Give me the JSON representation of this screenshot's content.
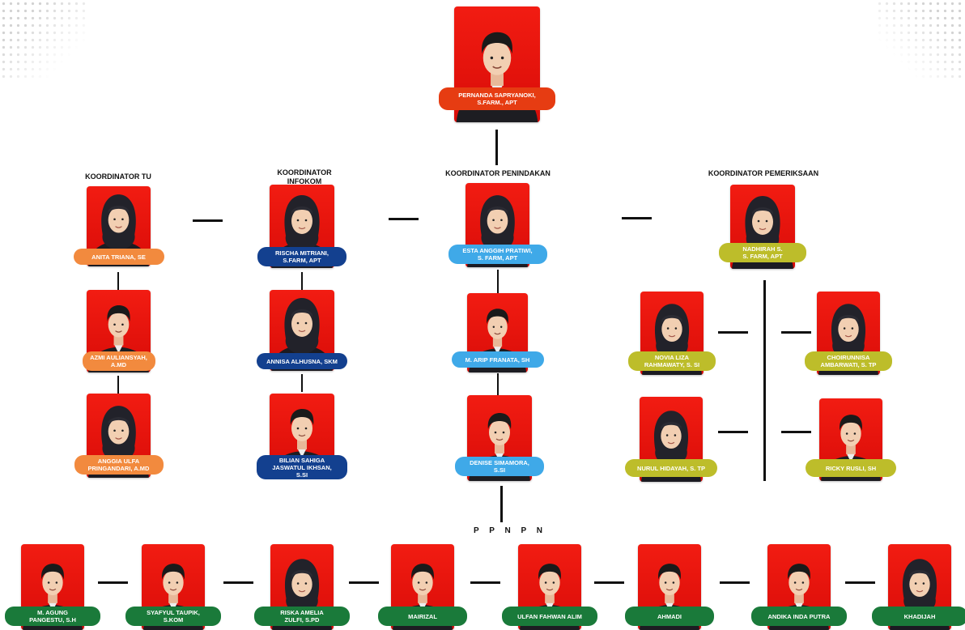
{
  "colors": {
    "head": "#e63c12",
    "tu": "#f28a3e",
    "infokom": "#13408f",
    "penindakan": "#3fa9e8",
    "pemeriksaan": "#bdbd2a",
    "ppnpn": "#1a7a3a",
    "photo_bg": "#e8120e"
  },
  "head": {
    "name": "PERNANDA SAPRYANOKI,\nS.FARM., APT"
  },
  "sections": {
    "tu": {
      "title": "KOORDINATOR TU"
    },
    "infokom": {
      "title": "KOORDINATOR\nINFOKOM"
    },
    "penindakan": {
      "title": "KOORDINATOR PENINDAKAN"
    },
    "pemeriksaan": {
      "title": "KOORDINATOR PEMERIKSAAN"
    }
  },
  "tu_members": [
    {
      "name": "ANITA TRIANA, SE",
      "hijab": true
    },
    {
      "name": "AZMI AULIANSYAH,\nA.MD",
      "hijab": false
    },
    {
      "name": "ANGGIA ULFA\nPRINGANDARI, A.MD",
      "hijab": true
    }
  ],
  "infokom_members": [
    {
      "name": "RISCHA MITRIANI,\nS.FARM, APT",
      "hijab": true
    },
    {
      "name": "ANNISA ALHUSNA, SKM",
      "hijab": true
    },
    {
      "name": "BILIAN SAHIGA\nJASWATUL IKHSAN,\nS.SI",
      "hijab": false
    }
  ],
  "penindakan_members": [
    {
      "name": "ESTA ANGGIH PRATIWI,\nS. FARM, APT",
      "hijab": true
    },
    {
      "name": "M. ARIP FRANATA, SH",
      "hijab": false
    },
    {
      "name": "DENISE SIMAMORA,\nS.SI",
      "hijab": false
    }
  ],
  "pemeriksaan_members": [
    {
      "name": "NADHIRAH S.\nS. FARM, APT",
      "hijab": true
    },
    {
      "name": "NOVIA LIZA\nRAHMAWATY, S. SI",
      "hijab": true
    },
    {
      "name": "CHOIRUNNISA\nAMBARWATI, S. TP",
      "hijab": true
    },
    {
      "name": "NURUL HIDAYAH, S. TP",
      "hijab": true
    },
    {
      "name": "RICKY RUSLI, SH",
      "hijab": false
    }
  ],
  "ppnpn": {
    "title": "P P N P N",
    "members": [
      {
        "name": "M. AGUNG\nPANGESTU, S.H",
        "hijab": false
      },
      {
        "name": "SYAFYUL TAUPIK,\nS.KOM",
        "hijab": false
      },
      {
        "name": "RISKA AMELIA\nZULFI, S.PD",
        "hijab": true
      },
      {
        "name": "MAIRIZAL",
        "hijab": false
      },
      {
        "name": "ULFAN FAHWAN ALIM",
        "hijab": false
      },
      {
        "name": "AHMADI",
        "hijab": false
      },
      {
        "name": "ANDIKA INDA PUTRA",
        "hijab": false
      },
      {
        "name": "KHADIJAH",
        "hijab": true
      }
    ]
  }
}
